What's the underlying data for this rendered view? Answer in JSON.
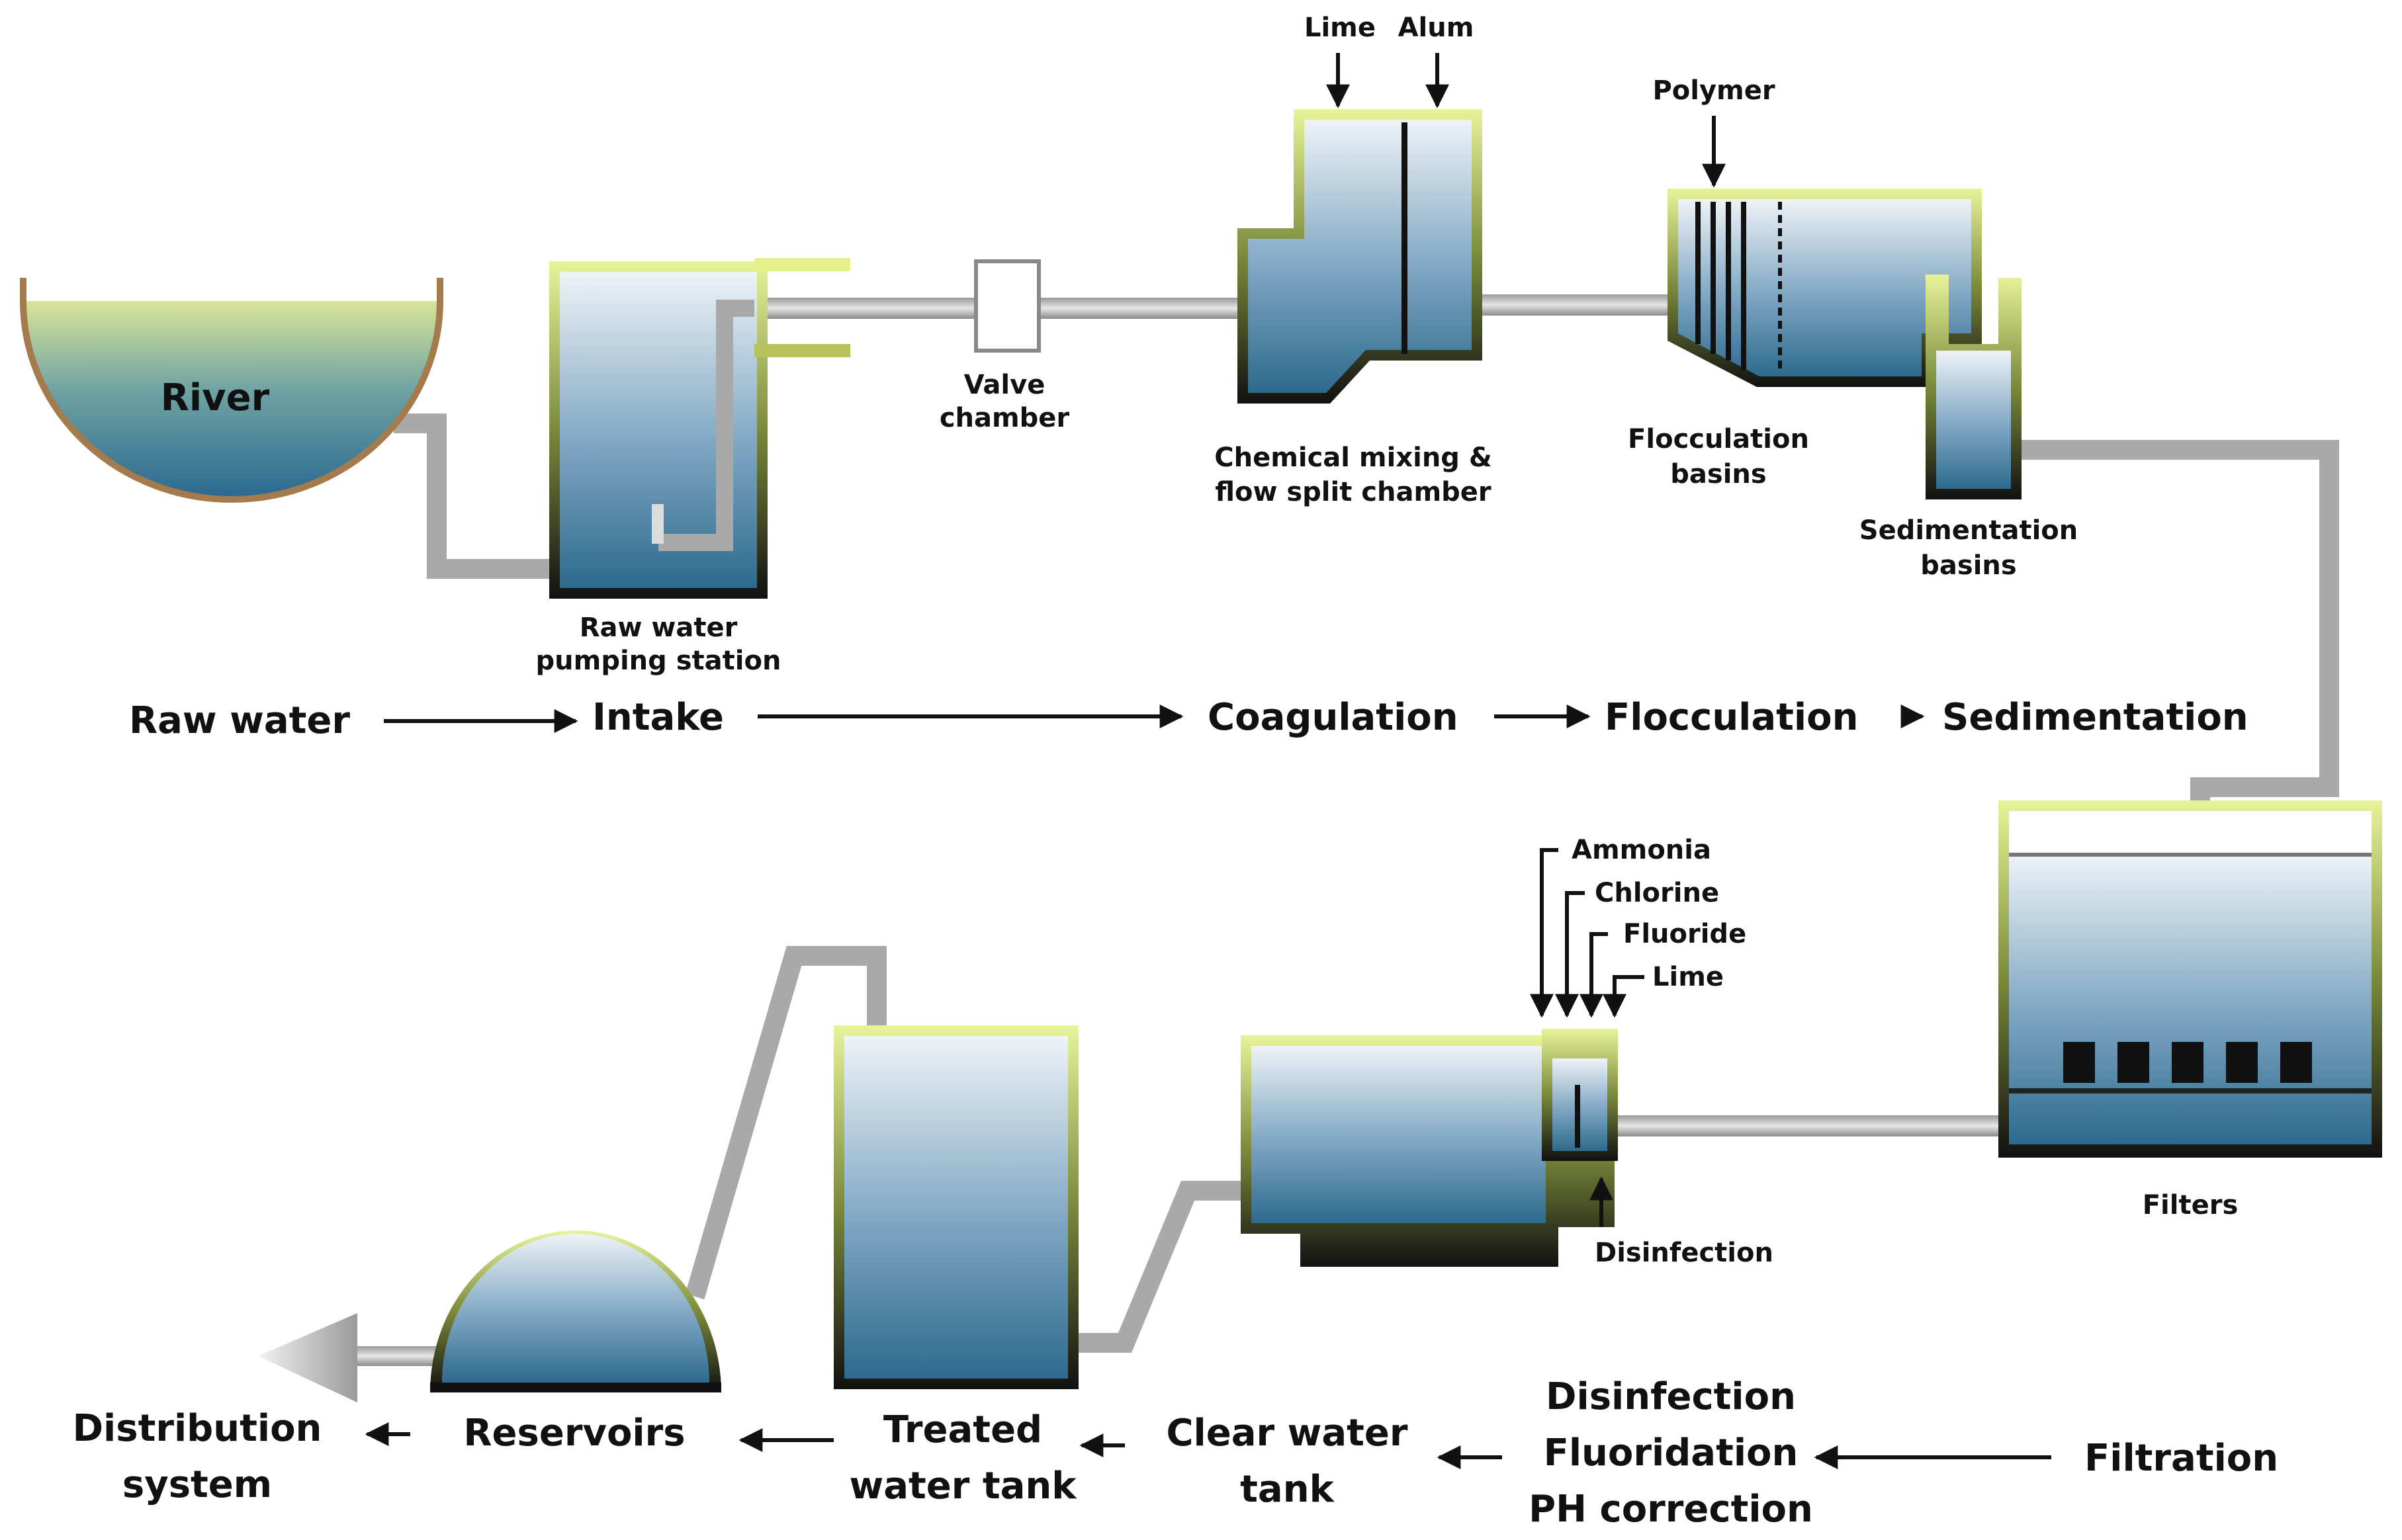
{
  "labels": {
    "river": "River",
    "raw_pumping_1": "Raw water",
    "raw_pumping_2": "pumping station",
    "valve_1": "Valve",
    "valve_2": "chamber",
    "lime_top": "Lime",
    "alum": "Alum",
    "chem_mix_1": "Chemical mixing &",
    "chem_mix_2": "flow split chamber",
    "polymer": "Polymer",
    "floc_basin_1": "Flocculation",
    "floc_basin_2": "basins",
    "sed_basin_1": "Sedimentation",
    "sed_basin_2": "basins",
    "filters": "Filters",
    "ammonia": "Ammonia",
    "chlorine": "Chlorine",
    "fluoride": "Fluoride",
    "lime_bottom": "Lime",
    "disinfection_unit": "Disinfection"
  },
  "steps": {
    "raw_water": "Raw water",
    "intake": "Intake",
    "coagulation": "Coagulation",
    "flocculation": "Flocculation",
    "sedimentation": "Sedimentation",
    "filtration": "Filtration",
    "disinfection": "Disinfection",
    "fluoridation": "Fluoridation",
    "ph_correction": "PH correction",
    "clear_water_1": "Clear water",
    "clear_water_2": "tank",
    "treated_1": "Treated",
    "treated_2": "water tank",
    "reservoirs": "Reservoirs",
    "distribution_1": "Distribution",
    "distribution_2": "system"
  }
}
